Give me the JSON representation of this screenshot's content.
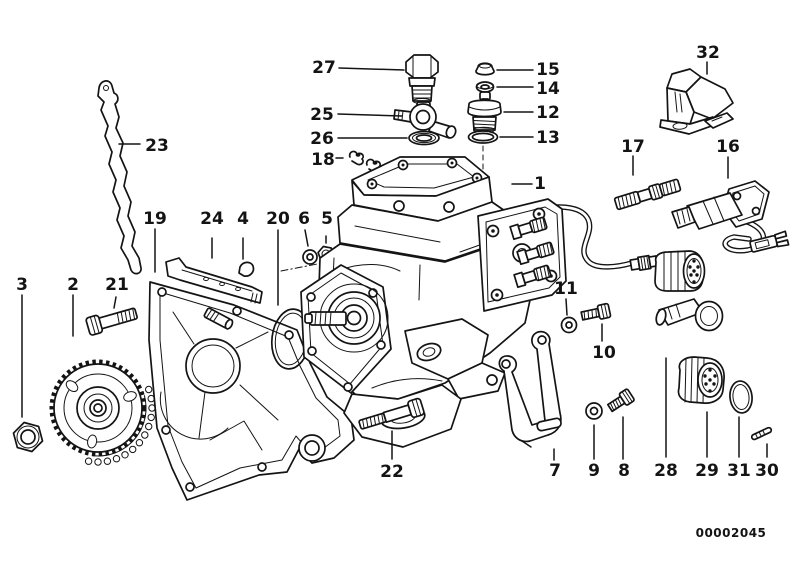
{
  "figure": {
    "bg_color": "#ffffff",
    "ink_color": "#141414",
    "drawing_code": "00002045",
    "callouts": [
      {
        "num": "1"
      },
      {
        "num": "2"
      },
      {
        "num": "3"
      },
      {
        "num": "4"
      },
      {
        "num": "5"
      },
      {
        "num": "6"
      },
      {
        "num": "7"
      },
      {
        "num": "8"
      },
      {
        "num": "9"
      },
      {
        "num": "10"
      },
      {
        "num": "11"
      },
      {
        "num": "12"
      },
      {
        "num": "13"
      },
      {
        "num": "14"
      },
      {
        "num": "15"
      },
      {
        "num": "16"
      },
      {
        "num": "17"
      },
      {
        "num": "18"
      },
      {
        "num": "19"
      },
      {
        "num": "20"
      },
      {
        "num": "21"
      },
      {
        "num": "22"
      },
      {
        "num": "23"
      },
      {
        "num": "24"
      },
      {
        "num": "25"
      },
      {
        "num": "26"
      },
      {
        "num": "27"
      },
      {
        "num": "28"
      },
      {
        "num": "29"
      },
      {
        "num": "30"
      },
      {
        "num": "31"
      },
      {
        "num": "32"
      }
    ]
  }
}
